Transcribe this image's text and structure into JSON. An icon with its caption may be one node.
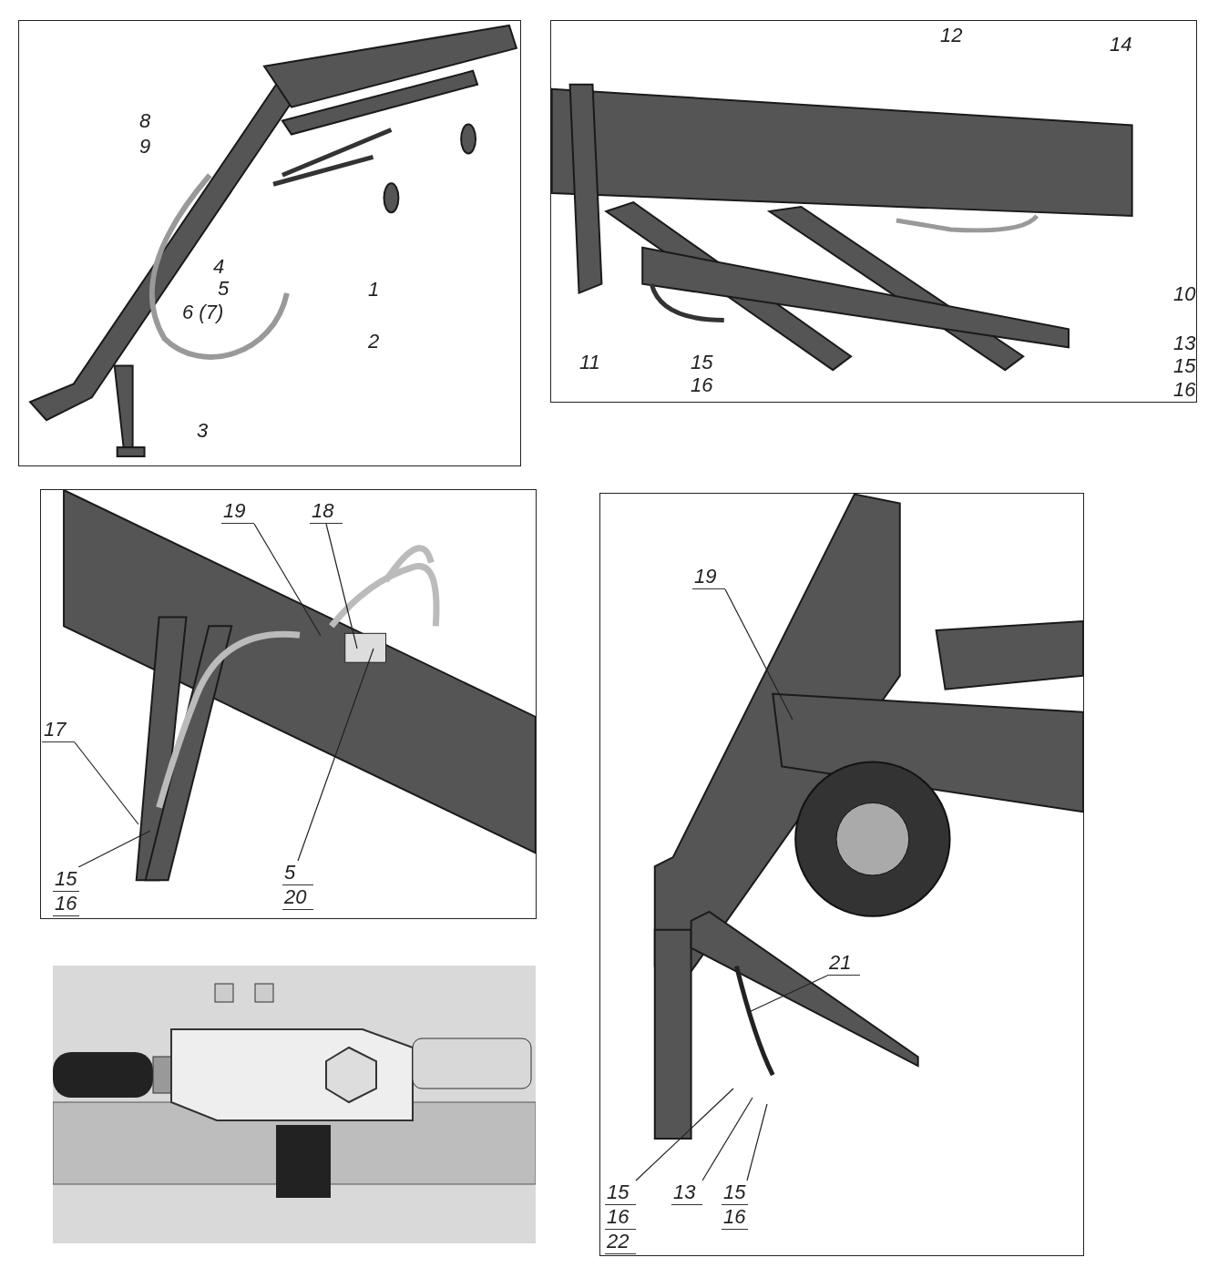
{
  "diagram": {
    "nodes": [
      {
        "text": [
          "19"
        ]
      },
      {
        "text": [
          "18"
        ]
      },
      {
        "text": [
          "17"
        ]
      },
      {
        "text": [
          "15",
          "16"
        ]
      },
      {
        "text": [
          "5",
          "20"
        ]
      },
      {
        "text": [
          "19"
        ]
      },
      {
        "text": [
          "21"
        ]
      },
      {
        "text": [
          "15",
          "16",
          "22"
        ]
      },
      {
        "text": [
          "13"
        ]
      },
      {
        "text": [
          "15",
          "16"
        ]
      }
    ],
    "edges": [
      {
        "from": 0,
        "to": null,
        "arrow": "none"
      },
      {
        "from": 1,
        "to": null,
        "arrow": "none"
      },
      {
        "from": 2,
        "to": null,
        "arrow": "none"
      },
      {
        "from": 3,
        "to": null,
        "arrow": "none"
      },
      {
        "from": 4,
        "to": null,
        "arrow": "none"
      },
      {
        "from": 5,
        "to": null,
        "arrow": "none"
      },
      {
        "from": 6,
        "to": null,
        "arrow": "none"
      },
      {
        "from": 7,
        "to": null,
        "arrow": "none"
      },
      {
        "from": 8,
        "to": null,
        "arrow": "none"
      },
      {
        "from": 9,
        "to": null,
        "arrow": "none"
      }
    ],
    "labels": [
      "8",
      "9",
      "4",
      "5",
      "6 (7)",
      "1",
      "2",
      "3",
      "12",
      "14",
      "10",
      "11",
      "15",
      "16",
      "13",
      "15",
      "16"
    ]
  }
}
